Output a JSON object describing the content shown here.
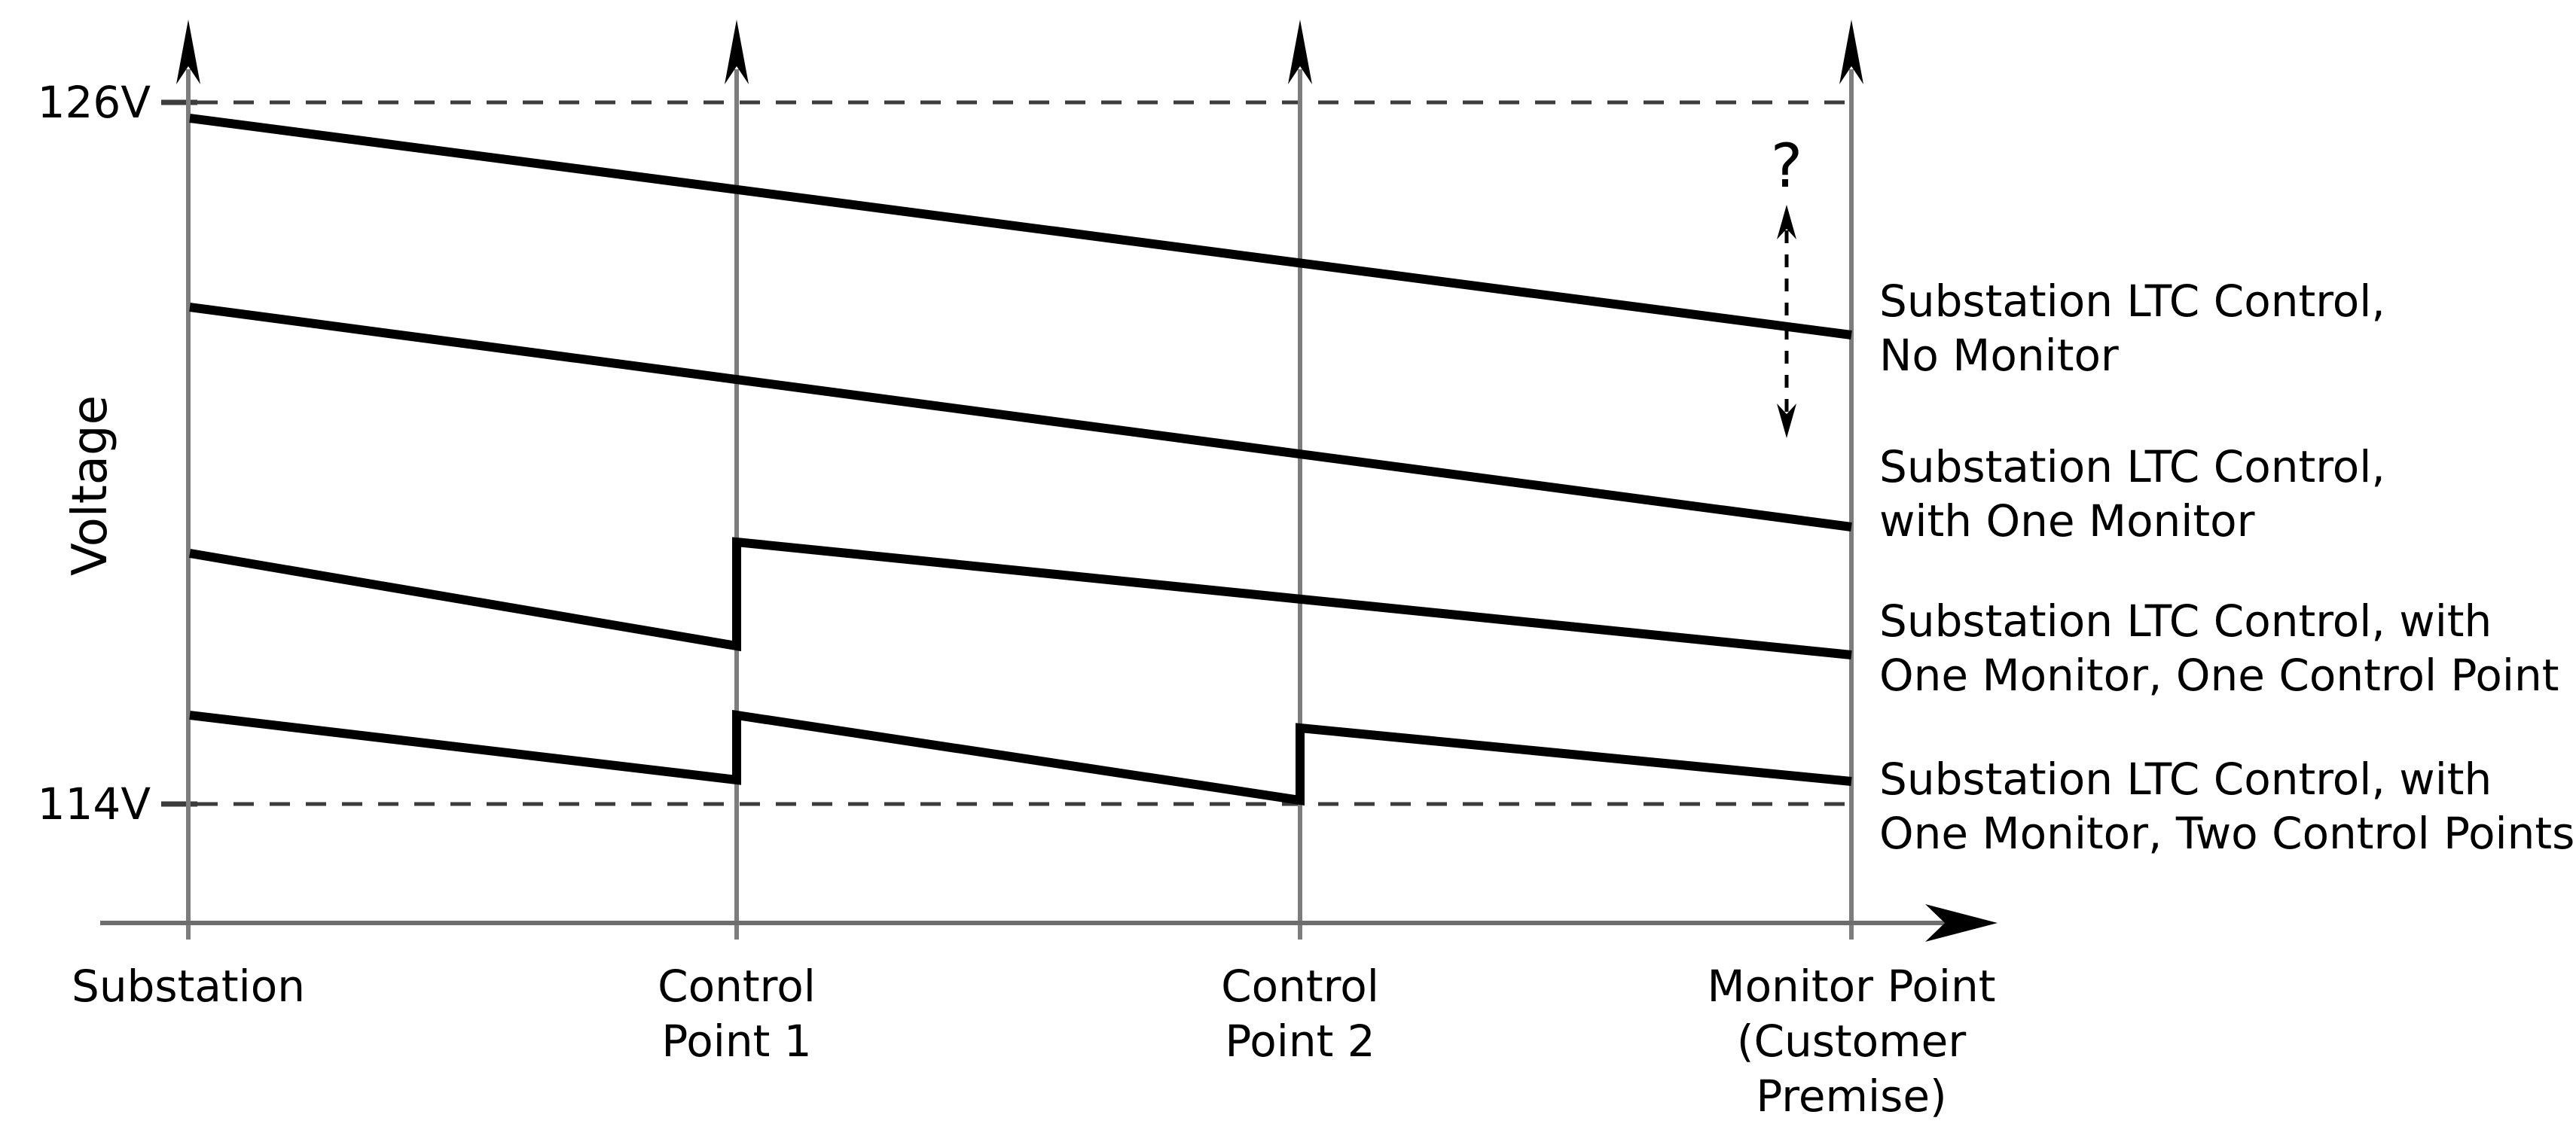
{
  "figure": {
    "background": "#ffffff",
    "line_color": "#000000",
    "guide_color": "#7d7d7d",
    "axis_color": "#6e6e6e",
    "dash_color": "#3c3c3c",
    "text_color": "#000000"
  },
  "y_axis": {
    "label": "Voltage",
    "ticks": [
      {
        "label": "126V",
        "y": 136
      },
      {
        "label": "114V",
        "y": 1068
      }
    ]
  },
  "x_axis": {
    "positions": [
      {
        "x": 250,
        "label_lines": [
          "Substation"
        ]
      },
      {
        "x": 978,
        "label_lines": [
          "Control",
          "Point 1"
        ]
      },
      {
        "x": 1726,
        "label_lines": [
          "Control",
          "Point 2"
        ]
      },
      {
        "x": 2458,
        "label_lines": [
          "Monitor Point",
          "(Customer",
          "Premise)"
        ]
      }
    ]
  },
  "series": [
    {
      "name": "Substation LTC Control, No Monitor",
      "label_lines": [
        "Substation LTC Control,",
        "No Monitor"
      ],
      "label_y": 436,
      "points": [
        [
          252,
          157
        ],
        [
          2458,
          445
        ]
      ]
    },
    {
      "name": "Substation LTC Control, with One Monitor",
      "label_lines": [
        "Substation LTC Control,",
        "with One Monitor"
      ],
      "label_y": 656,
      "points": [
        [
          252,
          408
        ],
        [
          2458,
          700
        ]
      ]
    },
    {
      "name": "Substation LTC Control, with One Monitor, One Control Point",
      "label_lines": [
        "Substation LTC Control, with",
        "One Monitor, One Control Point"
      ],
      "label_y": 861,
      "points": [
        [
          252,
          735
        ],
        [
          978,
          858
        ],
        [
          978,
          720
        ],
        [
          2458,
          870
        ]
      ]
    },
    {
      "name": "Substation LTC Control, with One Monitor, Two Control Points",
      "label_lines": [
        "Substation LTC Control, with",
        "One Monitor, Two Control Points"
      ],
      "label_y": 1071,
      "points": [
        [
          252,
          950
        ],
        [
          978,
          1036
        ],
        [
          978,
          950
        ],
        [
          1726,
          1063
        ],
        [
          1726,
          967
        ],
        [
          2458,
          1038
        ]
      ]
    }
  ],
  "annotation": {
    "symbol": "?",
    "x": 2372,
    "symbol_baseline_y": 248,
    "arrow_top_y": 272,
    "arrow_bottom_y": 582
  }
}
